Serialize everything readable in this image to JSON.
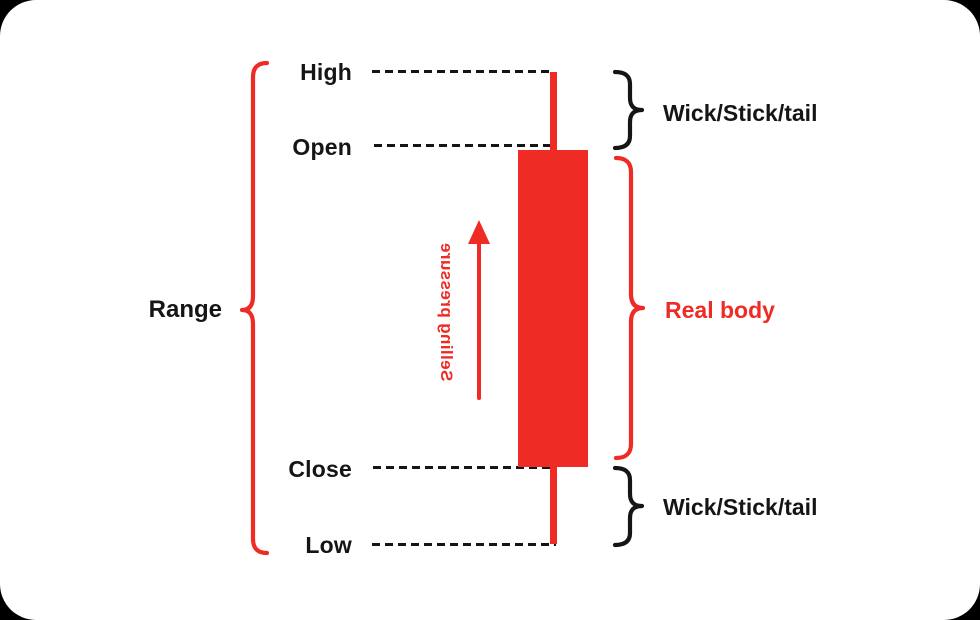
{
  "diagram": {
    "type": "candlestick-anatomy",
    "candle_direction": "bearish",
    "background_color": "#000000",
    "card_color": "#ffffff",
    "candle_color": "#ee2b24",
    "ink_color": "#151515",
    "price_labels": {
      "high": "High",
      "open": "Open",
      "close": "Close",
      "low": "Low"
    },
    "range_label": "Range",
    "upper_wick_label": "Wick/Stick/tail",
    "real_body_label": "Real body",
    "lower_wick_label": "Wick/Stick/tail",
    "arrow_label": "Selling pressure",
    "arrow_direction": "up",
    "arrow_label_rendering": "vertical mirrored text reading bottom-to-top"
  }
}
